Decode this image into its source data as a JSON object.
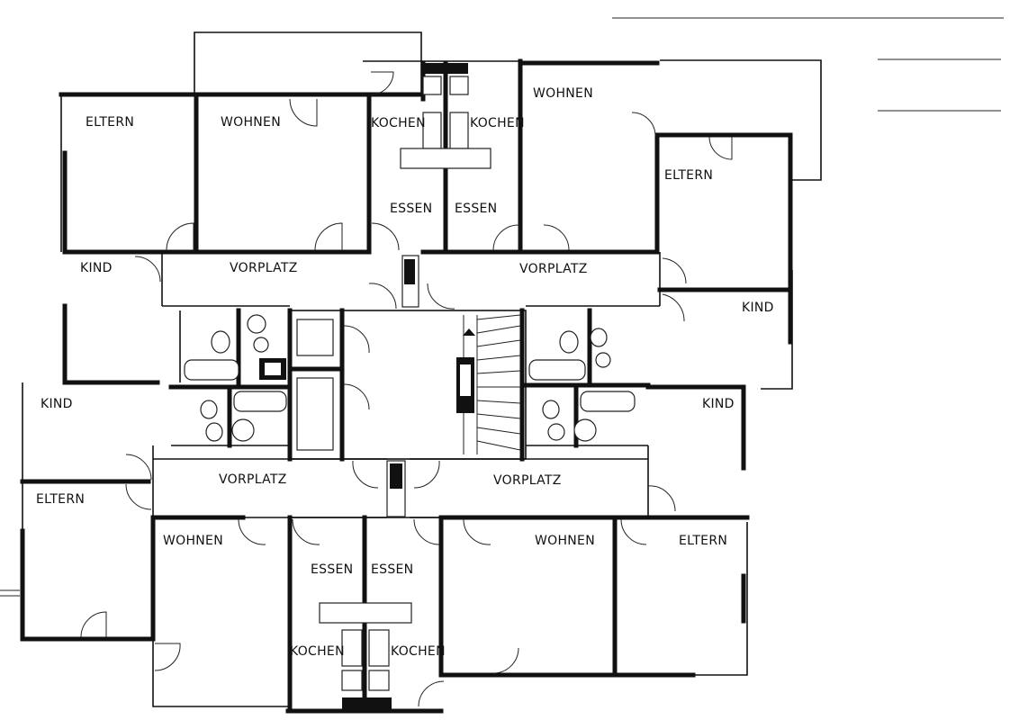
{
  "rooms": {
    "eltern_nw": "ELTERN",
    "wohnen_nw": "WOHNEN",
    "kochen_n1": "KOCHEN",
    "kochen_n2": "KOCHEN",
    "wohnen_ne": "WOHNEN",
    "eltern_ne": "ELTERN",
    "essen_n1": "ESSEN",
    "essen_n2": "ESSEN",
    "kind_nw": "KIND",
    "vorplatz_nw": "VORPLATZ",
    "vorplatz_ne": "VORPLATZ",
    "kind_ne": "KIND",
    "kind_sw": "KIND",
    "kind_se": "KIND",
    "vorplatz_sw": "VORPLATZ",
    "vorplatz_se": "VORPLATZ",
    "eltern_sw": "ELTERN",
    "wohnen_sw": "WOHNEN",
    "essen_s1": "ESSEN",
    "essen_s2": "ESSEN",
    "wohnen_se": "WOHNEN",
    "eltern_se": "ELTERN",
    "kochen_s1": "KOCHEN",
    "kochen_s2": "KOCHEN"
  }
}
